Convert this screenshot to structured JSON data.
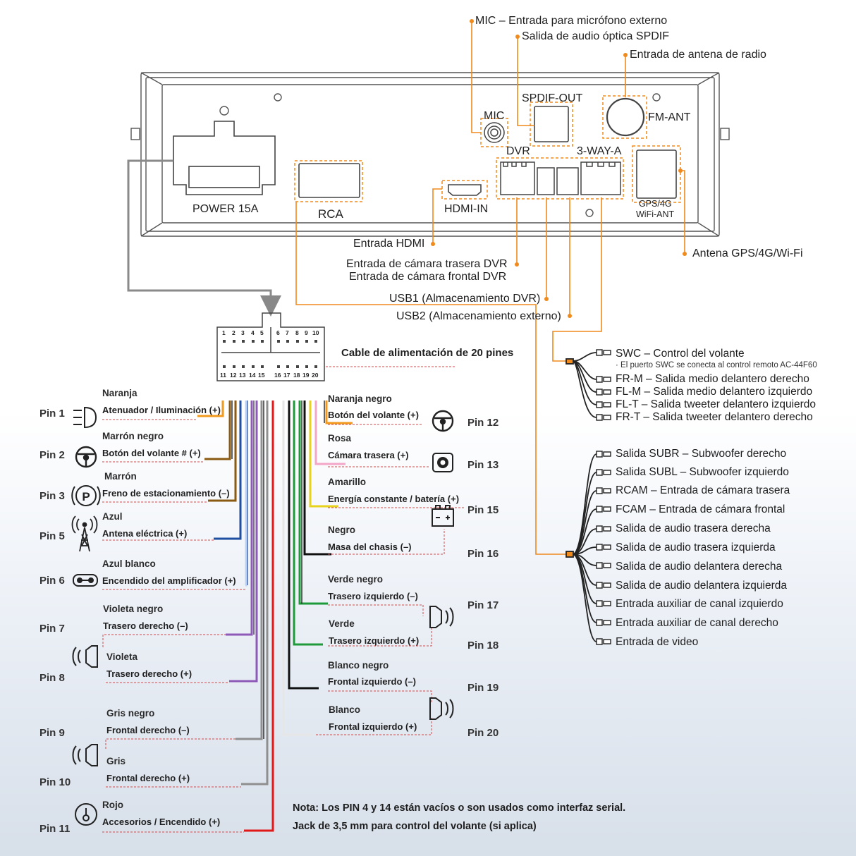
{
  "head_unit": {
    "ports": {
      "power": "POWER 15A",
      "rca": "RCA",
      "hdmi": "HDMI-IN",
      "mic": "MIC",
      "spdif": "SPDIF-OUT",
      "fm": "FM-ANT",
      "dvr": "DVR",
      "three_way": "3-WAY-A",
      "gps_line1": "GPS/4G",
      "gps_line2": "WiFi-ANT"
    }
  },
  "callouts": {
    "mic": "MIC – Entrada para micrófono externo",
    "spdif": "Salida de audio óptica SPDIF",
    "fm": "Entrada de antena de radio",
    "gps": "Antena GPS/4G/Wi-Fi",
    "hdmi": "Entrada HDMI",
    "dvr_rear": "Entrada de cámara trasera DVR",
    "dvr_front": "Entrada de cámara frontal DVR",
    "usb1": "USB1 (Almacenamiento DVR)",
    "usb2": "USB2 (Almacenamiento externo)"
  },
  "connector": {
    "title": "Cable de alimentación de 20 pines",
    "top_row": [
      "1",
      "2",
      "3",
      "4",
      "5",
      "6",
      "7",
      "8",
      "9",
      "10"
    ],
    "bottom_row": [
      "11",
      "12",
      "13",
      "14",
      "15",
      "16",
      "17",
      "18",
      "19",
      "20"
    ]
  },
  "left_pins": [
    {
      "pin": "Pin 1",
      "color": "Naranja",
      "function": "Atenuador / Iluminación (+)"
    },
    {
      "pin": "Pin 2",
      "color": "Marrón negro",
      "function": "Botón del volante # (+)"
    },
    {
      "pin": "Pin 3",
      "color": "Marrón",
      "function": "Freno de estacionamiento (–)"
    },
    {
      "pin": "Pin 5",
      "color": "Azul",
      "function": "Antena eléctrica (+)"
    },
    {
      "pin": "Pin 6",
      "color": "Azul blanco",
      "function": "Encendido del amplificador (+)"
    },
    {
      "pin": "Pin 7",
      "color": "Violeta negro",
      "function": "Trasero derecho (–)"
    },
    {
      "pin": "Pin 8",
      "color": "Violeta",
      "function": "Trasero derecho (+)"
    },
    {
      "pin": "Pin 9",
      "color": "Gris negro",
      "function": "Frontal derecho (–)"
    },
    {
      "pin": "Pin 10",
      "color": "Gris",
      "function": "Frontal derecho (+)"
    },
    {
      "pin": "Pin 11",
      "color": "Rojo",
      "function": "Accesorios / Encendido (+)"
    }
  ],
  "right_pins": [
    {
      "pin": "Pin 12",
      "color": "Naranja negro",
      "function": "Botón del volante (+)"
    },
    {
      "pin": "Pin 13",
      "color": "Rosa",
      "function": "Cámara trasera (+)"
    },
    {
      "pin": "Pin 15",
      "color": "Amarillo",
      "function": "Energía constante / batería (+)"
    },
    {
      "pin": "Pin 16",
      "color": "Negro",
      "function": "Masa del chasis (–)"
    },
    {
      "pin": "Pin 17",
      "color": "Verde negro",
      "function": "Trasero izquierdo (–)"
    },
    {
      "pin": "Pin 18",
      "color": "Verde",
      "function": "Trasero izquierdo (+)"
    },
    {
      "pin": "Pin 19",
      "color": "Blanco negro",
      "function": "Frontal izquierdo (–)"
    },
    {
      "pin": "Pin 20",
      "color": "Blanco",
      "function": "Frontal izquierdo (+)"
    }
  ],
  "swc_group": {
    "items": [
      "SWC – Control del volante",
      "FR-M – Salida medio delantero derecho",
      "FL-M – Salida medio delantero izquierdo",
      "FL-T – Salida tweeter delantero izquierdo",
      "FR-T – Salida tweeter delantero derecho"
    ],
    "note": "· El puerto SWC se conecta al control remoto AC-44F60"
  },
  "rca_group": {
    "items": [
      "Salida SUBR – Subwoofer derecho",
      "Salida SUBL – Subwoofer izquierdo",
      "RCAM – Entrada de cámara trasera",
      "FCAM – Entrada de cámara frontal",
      "Salida de audio trasera derecha",
      "Salida de audio trasera izquierda",
      "Salida de audio delantera derecha",
      "Salida de audio delantera izquierda",
      "Entrada auxiliar de canal izquierdo",
      "Entrada auxiliar de canal derecho",
      "Entrada de video"
    ]
  },
  "notes": {
    "line1": "Nota: Los PIN 4 y 14 están vacíos o son usados como interfaz serial.",
    "line2": "Jack de 3,5 mm para control del volante (si aplica)"
  },
  "colors": {
    "accent": "#f08a1c",
    "outline": "#555555",
    "naranja": "#f29a1e",
    "marron": "#8a5a12",
    "azul": "#1f4fa0",
    "violeta": "#8e5ab8",
    "gris": "#8f8f8f",
    "rojo": "#e01818",
    "rosa": "#f4a6c8",
    "amarillo": "#e7d21c",
    "verde": "#1e9a3a",
    "negro": "#111111"
  }
}
